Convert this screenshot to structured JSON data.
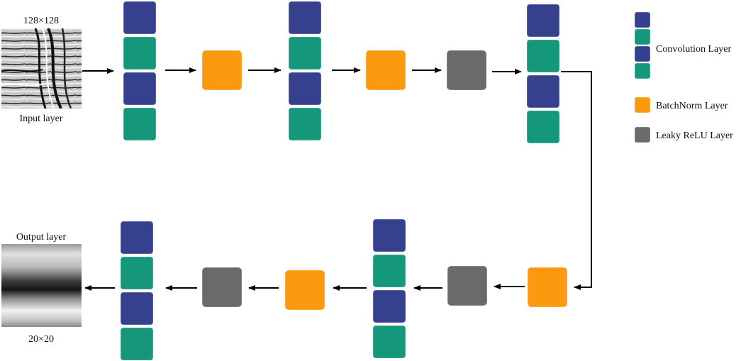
{
  "colors": {
    "conv_blue": "#36418e",
    "conv_green": "#14977a",
    "batchnorm": "#fb9a0e",
    "leaky_relu": "#6a6a6a",
    "arrow": "#000000"
  },
  "input": {
    "size_label": "128×128",
    "caption": "Input layer"
  },
  "output": {
    "title": "Output layer",
    "size_label": "20×20"
  },
  "legend": {
    "convolution": "Convolution Layer",
    "batchnorm": "BatchNorm Layer",
    "leaky_relu": "Leaky ReLU Layer"
  }
}
